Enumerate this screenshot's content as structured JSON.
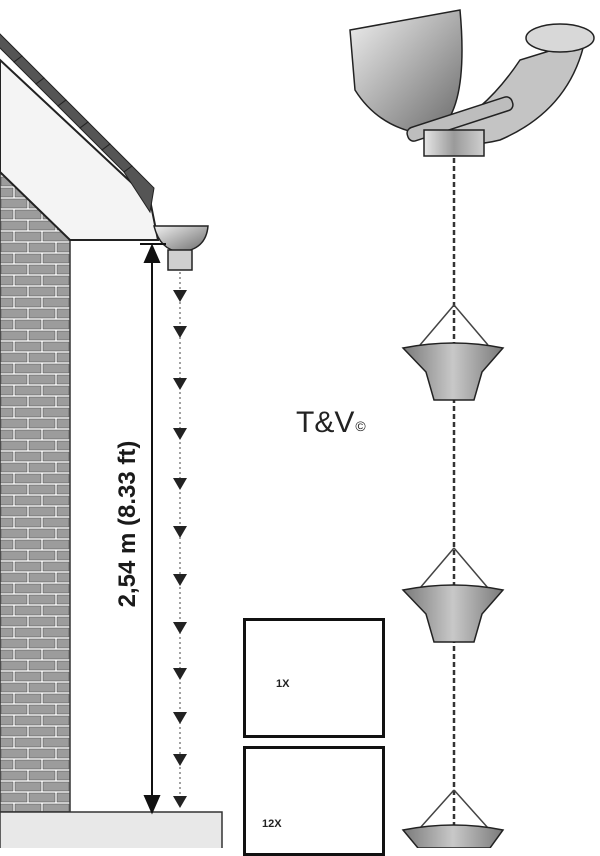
{
  "dimension": {
    "label": "2,54 m (8.33 ft)"
  },
  "brand": {
    "name": "T&V",
    "mark": "©"
  },
  "kit": {
    "hook": {
      "quantity": "1X",
      "icon": "s-hook-icon"
    },
    "cups": {
      "quantity": "12X",
      "icon": "rain-cup-icon"
    }
  },
  "colors": {
    "brick": "#9c9c9c",
    "mortar": "#ffffff",
    "roof": "#555555",
    "metal": "#b8b8b8",
    "outline": "#111111"
  }
}
